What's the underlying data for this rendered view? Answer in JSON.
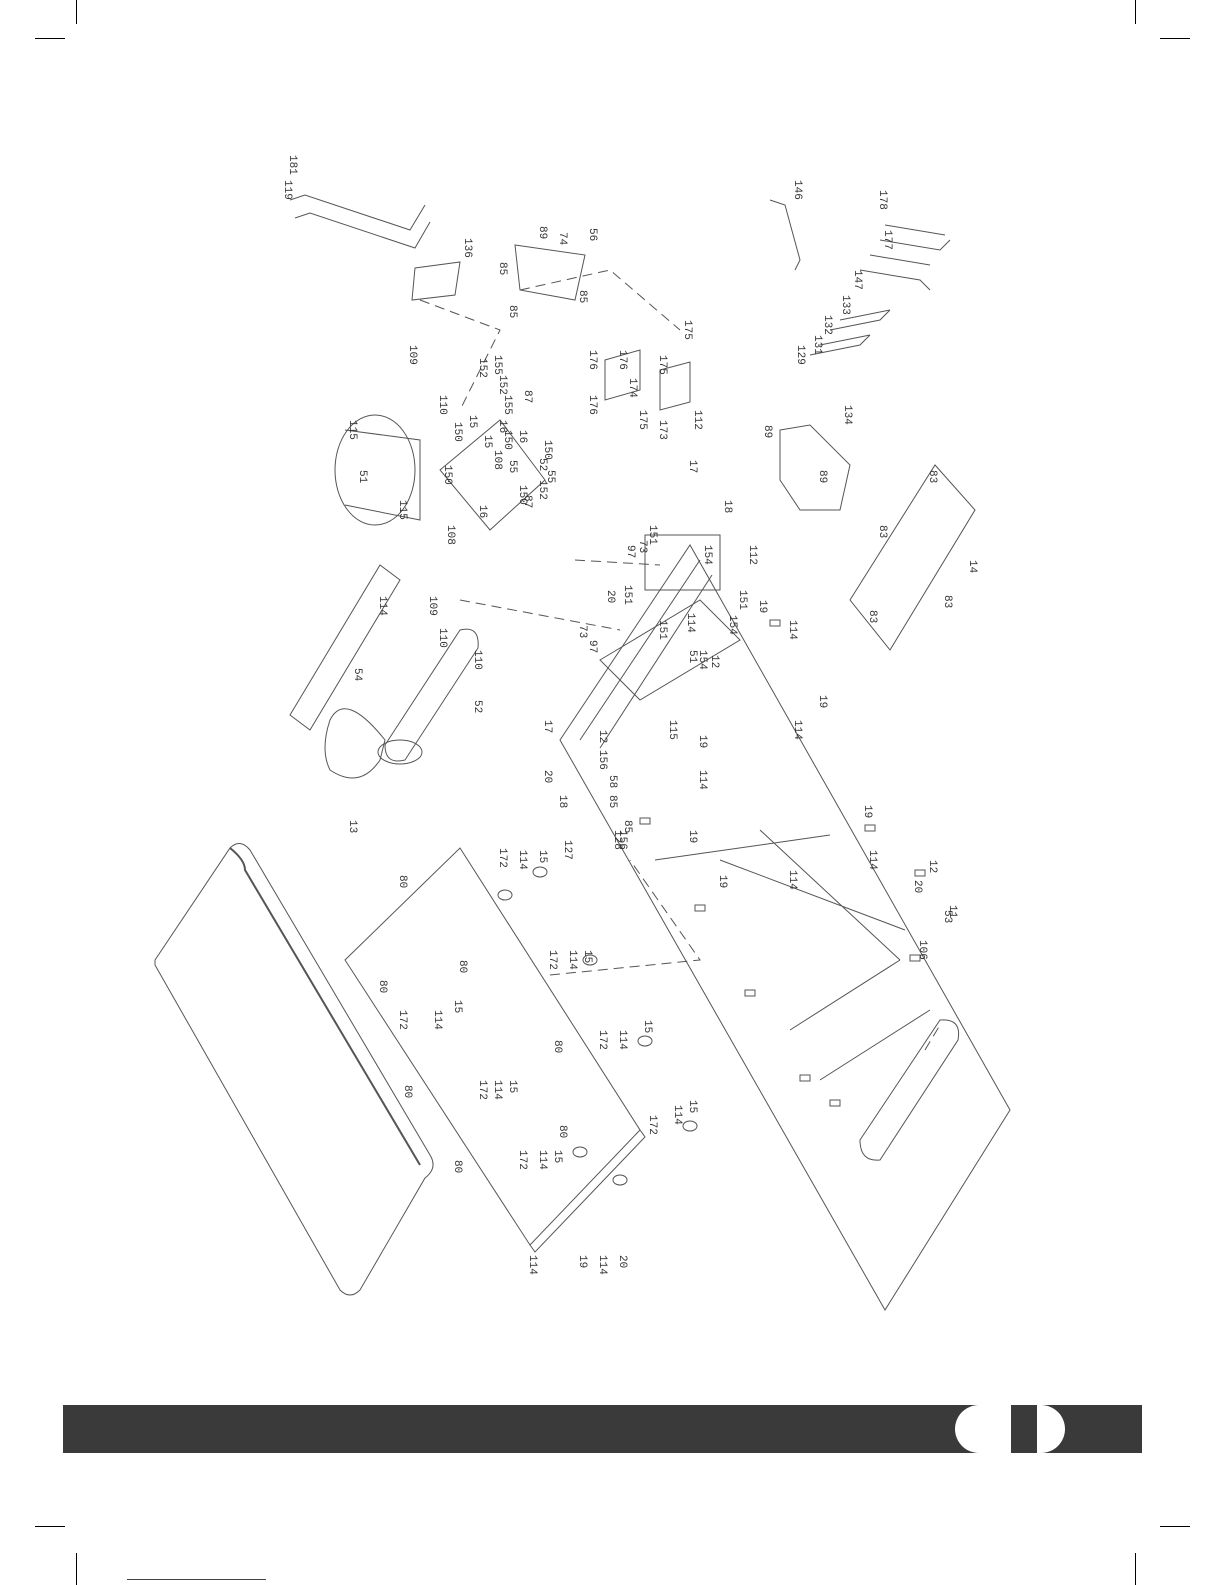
{
  "diagram": {
    "part_labels": [
      "181",
      "119",
      "136",
      "89",
      "74",
      "56",
      "85",
      "85",
      "85",
      "146",
      "178",
      "177",
      "147",
      "133",
      "132",
      "131",
      "129",
      "109",
      "110",
      "152",
      "155",
      "152",
      "155",
      "87",
      "51",
      "115",
      "115",
      "150",
      "150",
      "15",
      "108",
      "16",
      "150",
      "87",
      "16",
      "152",
      "150",
      "52",
      "55",
      "108",
      "16",
      "55",
      "15",
      "150",
      "176",
      "176",
      "176",
      "174",
      "175",
      "175",
      "175",
      "173",
      "112",
      "89",
      "89",
      "134",
      "17",
      "18",
      "73",
      "97",
      "151",
      "151",
      "154",
      "112",
      "151",
      "154",
      "20",
      "114",
      "54",
      "114",
      "110",
      "109",
      "52",
      "110",
      "73",
      "97",
      "151",
      "17",
      "12",
      "115",
      "51",
      "154",
      "12",
      "19",
      "114",
      "20",
      "156",
      "58",
      "85",
      "18",
      "13",
      "127",
      "128",
      "156",
      "85",
      "19",
      "83",
      "83",
      "83",
      "83",
      "14",
      "19",
      "114",
      "80",
      "172",
      "114",
      "15",
      "80",
      "172",
      "114",
      "15",
      "80",
      "172",
      "114",
      "15",
      "80",
      "172",
      "114",
      "15",
      "80",
      "172",
      "114",
      "15",
      "80",
      "172",
      "114",
      "15",
      "80",
      "172",
      "114",
      "15",
      "114",
      "19",
      "114",
      "20",
      "114",
      "19",
      "114",
      "19",
      "114",
      "19",
      "20",
      "53",
      "106",
      "12",
      "11"
    ]
  }
}
